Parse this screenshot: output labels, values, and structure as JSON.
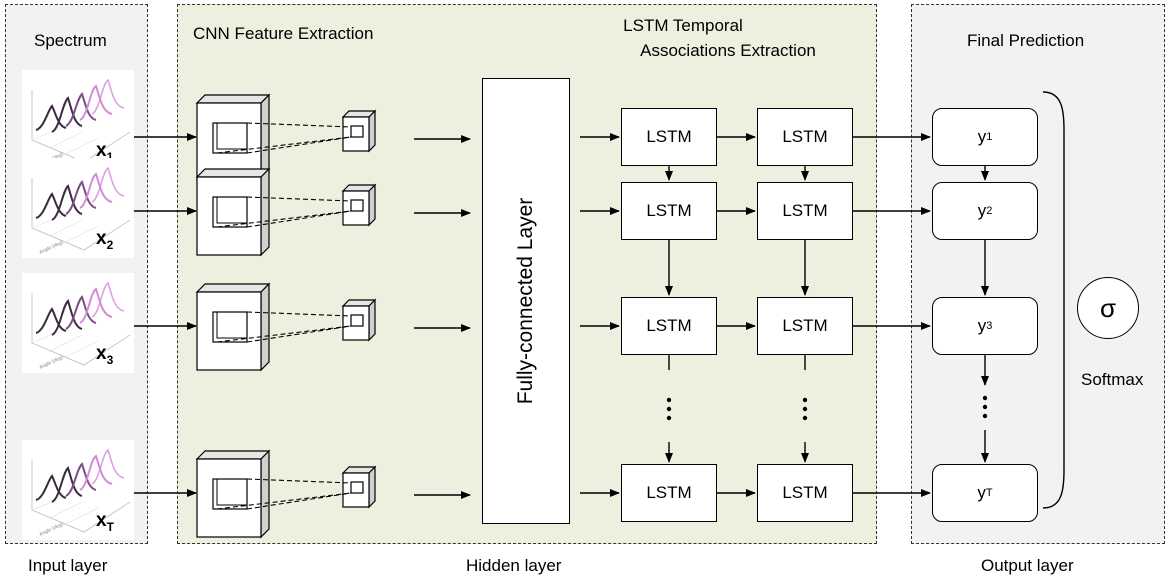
{
  "panels": {
    "input": {
      "title": "Spectrum",
      "caption": "Input layer"
    },
    "hidden": {
      "cnn_title": "CNN Feature Extraction",
      "lstm_title_line1": "LSTM Temporal",
      "lstm_title_line2": "Associations Extraction",
      "caption": "Hidden layer",
      "fc_label": "Fully-connected Layer"
    },
    "output": {
      "title": "Final Prediction",
      "caption": "Output layer",
      "sigma": "σ",
      "softmax": "Softmax"
    }
  },
  "inputs": [
    {
      "base": "x",
      "sub": "1"
    },
    {
      "base": "x",
      "sub": "2"
    },
    {
      "base": "x",
      "sub": "3"
    },
    {
      "base": "x",
      "sub": "T"
    }
  ],
  "lstm_label": "LSTM",
  "outputs": [
    {
      "base": "y",
      "sub": "1"
    },
    {
      "base": "y",
      "sub": "2"
    },
    {
      "base": "y",
      "sub": "3"
    },
    {
      "base": "y",
      "sub": "T"
    }
  ],
  "colors": {
    "hidden_bg": "#ebf1de",
    "side_bg": "#f2f2f2",
    "curve_dark": "#3b2a40",
    "curve_mid": "#7a4f86",
    "curve_pink": "#d68ad8"
  }
}
